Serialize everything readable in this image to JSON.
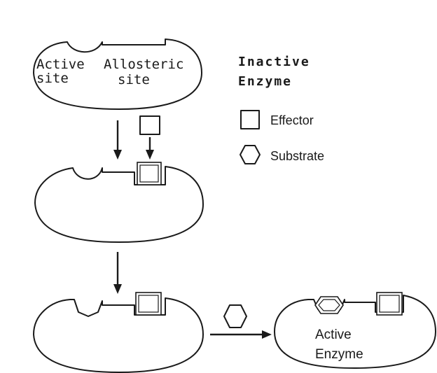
{
  "diagram": {
    "stage1": {
      "active_site_label_line1": "Active",
      "active_site_label_line2": "site",
      "allosteric_site_label_line1": "Allosteric",
      "allosteric_site_label_line2": "site",
      "state_label_line1": "Inactive",
      "state_label_line2": "Enzyme"
    },
    "legend": {
      "effector_label": "Effector",
      "substrate_label": "Substrate"
    },
    "stage4": {
      "state_label_line1": "Active",
      "state_label_line2": "Enzyme"
    }
  }
}
